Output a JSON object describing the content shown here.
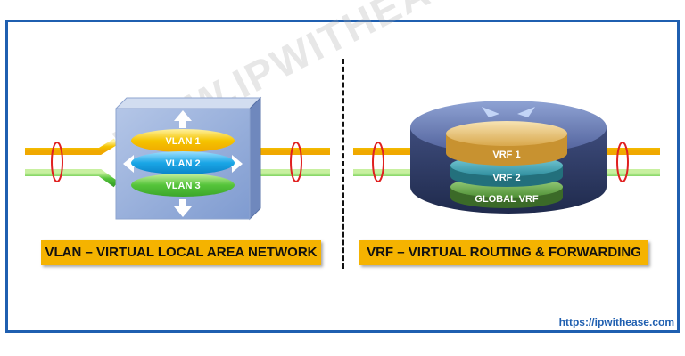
{
  "vlan_panel": {
    "caption": "VLAN – VIRTUAL LOCAL AREA NETWORK",
    "vlans": [
      "VLAN 1",
      "VLAN 2",
      "VLAN 3"
    ]
  },
  "vrf_panel": {
    "caption": "VRF – VIRTUAL ROUTING & FORWARDING",
    "vrfs": [
      "VRF 1",
      "VRF 2",
      "GLOBAL VRF"
    ]
  },
  "footer": {
    "url": "https://ipwithease.com"
  },
  "watermark": "WWW.IPWITHEASE.COM",
  "colors": {
    "frame": "#1f5fb0",
    "label_bg": "#f5b300",
    "line_yellow": "#f5c400",
    "line_blue": "#1aa6e6",
    "line_green": "#55c43a",
    "ring": "#e02020"
  }
}
